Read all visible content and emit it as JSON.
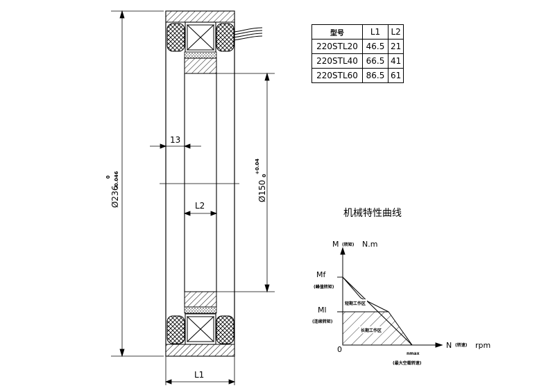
{
  "table": {
    "headers": [
      "型号",
      "L1",
      "L2"
    ],
    "rows": [
      [
        "220STL20",
        "46.5",
        "21"
      ],
      [
        "220STL40",
        "66.5",
        "41"
      ],
      [
        "220STL60",
        "86.5",
        "61"
      ]
    ]
  },
  "dimensions": {
    "outer_diameter": "Ø236",
    "outer_tol_upper": "0",
    "outer_tol_lower": "-0.046",
    "inner_diameter": "Ø150",
    "inner_tol_upper": "+0.04",
    "inner_tol_lower": "0",
    "width_13": "13",
    "l1": "L1",
    "l2": "L2"
  },
  "curve": {
    "title": "机械特性曲线",
    "y_axis_label": "M",
    "y_axis_label_cn": "(转矩)",
    "y_axis_unit": "N.m",
    "x_axis_label": "N",
    "x_axis_label_cn": "(转速)",
    "x_axis_unit": "rpm",
    "origin": "0",
    "mf_label": "Mf",
    "mf_desc": "(峰值转矩)",
    "ml_label": "Ml",
    "ml_desc": "(连续转矩)",
    "short_zone": "短期工作区",
    "long_zone": "长期工作区",
    "nmax_label": "nmax",
    "nmax_desc": "(最大空载转速)"
  },
  "colors": {
    "line": "#000000",
    "background": "#ffffff"
  }
}
